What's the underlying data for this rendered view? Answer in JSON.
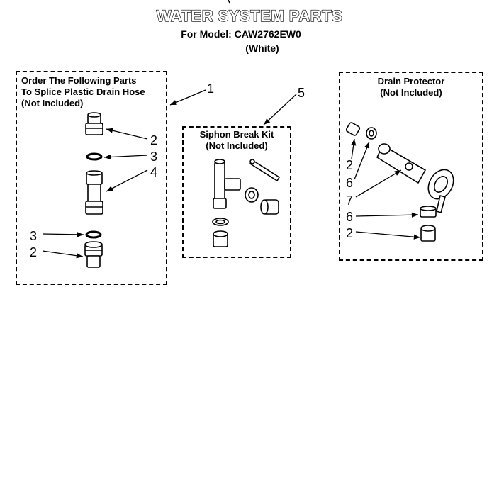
{
  "header": {
    "title": "WATER SYSTEM PARTS",
    "model": "For Model: CAW2762EW0",
    "color": "(White)"
  },
  "boxes": {
    "splice": {
      "lines": [
        "Order The Following Parts",
        "To Splice Plastic Drain Hose",
        "(Not Included)"
      ]
    },
    "siphon": {
      "lines": [
        "Siphon Break Kit",
        "(Not Included)"
      ]
    },
    "drain": {
      "lines": [
        "Drain Protector",
        "(Not Included)"
      ]
    }
  },
  "callouts": {
    "c1": "1",
    "c2a": "2",
    "c3a": "3",
    "c4": "4",
    "c3b": "3",
    "c2b": "2",
    "c5": "5",
    "d2a": "2",
    "d6a": "6",
    "d7": "7",
    "d6b": "6",
    "d2b": "2"
  }
}
